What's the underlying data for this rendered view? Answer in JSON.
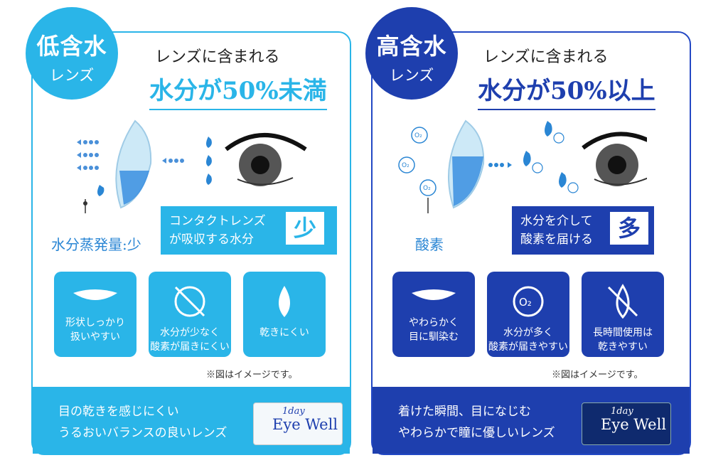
{
  "low": {
    "badge_main": "低含水",
    "badge_sub": "レンズ",
    "headline_top": "レンズに含まれる",
    "headline_main": "水分が50%未満",
    "evaporation_label": "水分蒸発量:少",
    "callout_line1": "コンタクトレンズ",
    "callout_line2": "が吸収する水分",
    "callout_amount": "少",
    "cards": [
      {
        "line1": "形状しっかり",
        "line2": "扱いやすい",
        "icon": "lens-curve-icon"
      },
      {
        "line1": "水分が少なく",
        "line2": "酸素が届きにくい",
        "icon": "no-oxygen-icon"
      },
      {
        "line1": "乾きにくい",
        "line2": "",
        "icon": "water-drop-icon"
      }
    ],
    "note": "※図はイメージです。",
    "footer_line1": "目の乾きを感じにくい",
    "footer_line2": "うるおいバランスの良いレンズ",
    "product_small": "1day",
    "product_name": "Eye Well",
    "accent": "#2ab5e8"
  },
  "high": {
    "badge_main": "高含水",
    "badge_sub": "レンズ",
    "headline_top": "レンズに含まれる",
    "headline_main": "水分が50%以上",
    "oxygen_label": "酸素",
    "callout_line1": "水分を介して",
    "callout_line2": "酸素を届ける",
    "callout_amount": "多",
    "cards": [
      {
        "line1": "やわらかく",
        "line2": "目に馴染む",
        "icon": "lens-curve-icon"
      },
      {
        "line1": "水分が多く",
        "line2": "酸素が届きやすい",
        "icon": "oxygen-icon"
      },
      {
        "line1": "長時間使用は",
        "line2": "乾きやすい",
        "icon": "no-drop-icon"
      }
    ],
    "note": "※図はイメージです。",
    "footer_line1": "着けた瞬間、目になじむ",
    "footer_line2": "やわらかで瞳に優しいレンズ",
    "product_small": "1day",
    "product_name": "Eye Well",
    "accent": "#1e3fae"
  },
  "o2_symbol": "O₂"
}
